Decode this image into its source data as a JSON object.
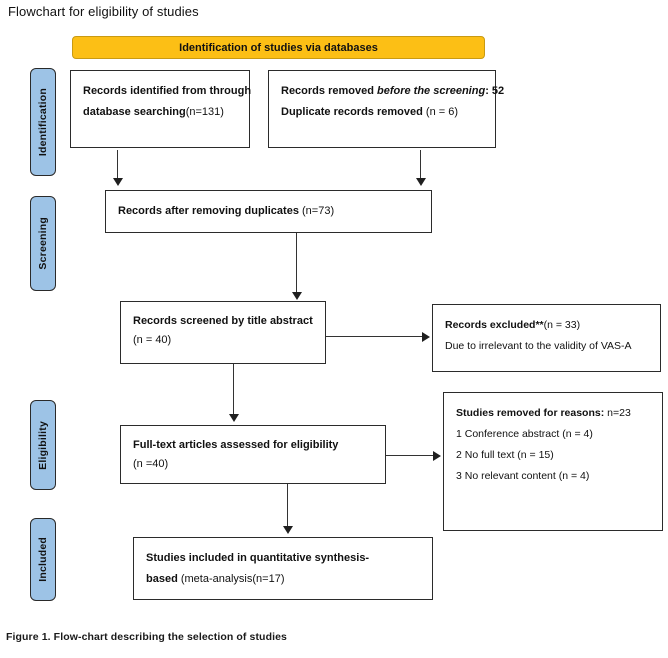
{
  "page": {
    "title": "Flowchart for eligibility of studies",
    "caption": "Figure 1. Flow-chart describing the selection of studies"
  },
  "banner": {
    "label": "Identification of studies via databases",
    "color": "#FCBF15"
  },
  "stages": [
    {
      "label": "Identification"
    },
    {
      "label": "Screening"
    },
    {
      "label": "Eligibility"
    },
    {
      "label": "Included"
    }
  ],
  "colors": {
    "stage_fill": "#9DC3E6",
    "banner_fill": "#FCBF15",
    "box_border": "#2B2B2B",
    "text": "#111111"
  },
  "boxes": {
    "identified": {
      "line1_bold": "Records identified from through",
      "line2_bold": "database searching",
      "line2_plain": "(n=131)"
    },
    "removed_before_screening": {
      "line1_bold": "Records removed ",
      "line1_italic": "before the screening",
      "line1_tail": ": 52",
      "line2_bold": "Duplicate records removed",
      "line2_plain": " (n = 6)"
    },
    "after_duplicates": {
      "bold": "Records after removing duplicates",
      "plain": " (n=73)"
    },
    "screened": {
      "line1_bold": "Records screened by title abstract",
      "line2_plain": "(n = 40)"
    },
    "excluded": {
      "line1_bold": "Records excluded**",
      "line1_plain": "(n = 33)",
      "line2_plain": "Due to irrelevant to the validity of VAS-A"
    },
    "fulltext": {
      "line1_bold": "Full-text articles assessed for eligibility",
      "line2_plain": "(n =40)"
    },
    "removed_for_reasons": {
      "line1_bold": "Studies removed for reasons:",
      "line1_plain": " n=23",
      "line2_plain": "1 Conference abstract (n = 4)",
      "line3_plain": "2 No full text (n = 15)",
      "line4_plain": "3 No relevant content (n = 4)"
    },
    "included": {
      "line1_bold": "Studies included in quantitative synthesis-",
      "line2_bold": "based",
      "line2_plain": " (meta-analysis(n=17)"
    }
  },
  "chart_data": {
    "type": "diagram",
    "title": "Flowchart for eligibility of studies",
    "diagram_kind": "PRISMA flow diagram",
    "stages": [
      "Identification",
      "Screening",
      "Eligibility",
      "Included"
    ],
    "nodes": [
      {
        "id": "identified",
        "stage": "Identification",
        "text": "Records identified from through database searching(n=131)",
        "n": 131
      },
      {
        "id": "removed_before_screening",
        "stage": "Identification",
        "text": "Records removed before the screening: 52; Duplicate records removed (n = 6)",
        "n": 52,
        "duplicates": 6
      },
      {
        "id": "after_duplicates",
        "stage": "Screening",
        "text": "Records after removing duplicates (n=73)",
        "n": 73
      },
      {
        "id": "screened",
        "stage": "Screening",
        "text": "Records screened by title abstract (n = 40)",
        "n": 40
      },
      {
        "id": "excluded",
        "stage": "Screening",
        "text": "Records excluded**(n = 33) Due to irrelevant to the validity of VAS-A",
        "n": 33
      },
      {
        "id": "fulltext",
        "stage": "Eligibility",
        "text": "Full-text articles assessed for eligibility (n =40)",
        "n": 40
      },
      {
        "id": "removed_for_reasons",
        "stage": "Eligibility",
        "text": "Studies removed for reasons: n=23",
        "n": 23,
        "reasons": [
          {
            "label": "Conference abstract",
            "n": 4
          },
          {
            "label": "No full text",
            "n": 15
          },
          {
            "label": "No relevant content",
            "n": 4
          }
        ]
      },
      {
        "id": "included",
        "stage": "Included",
        "text": "Studies included in quantitative synthesis-based (meta-analysis(n=17)",
        "n": 17
      }
    ],
    "edges": [
      {
        "from": "identified",
        "to": "after_duplicates"
      },
      {
        "from": "removed_before_screening",
        "to": "after_duplicates"
      },
      {
        "from": "after_duplicates",
        "to": "screened"
      },
      {
        "from": "screened",
        "to": "excluded"
      },
      {
        "from": "screened",
        "to": "fulltext"
      },
      {
        "from": "fulltext",
        "to": "removed_for_reasons"
      },
      {
        "from": "fulltext",
        "to": "included"
      }
    ]
  }
}
